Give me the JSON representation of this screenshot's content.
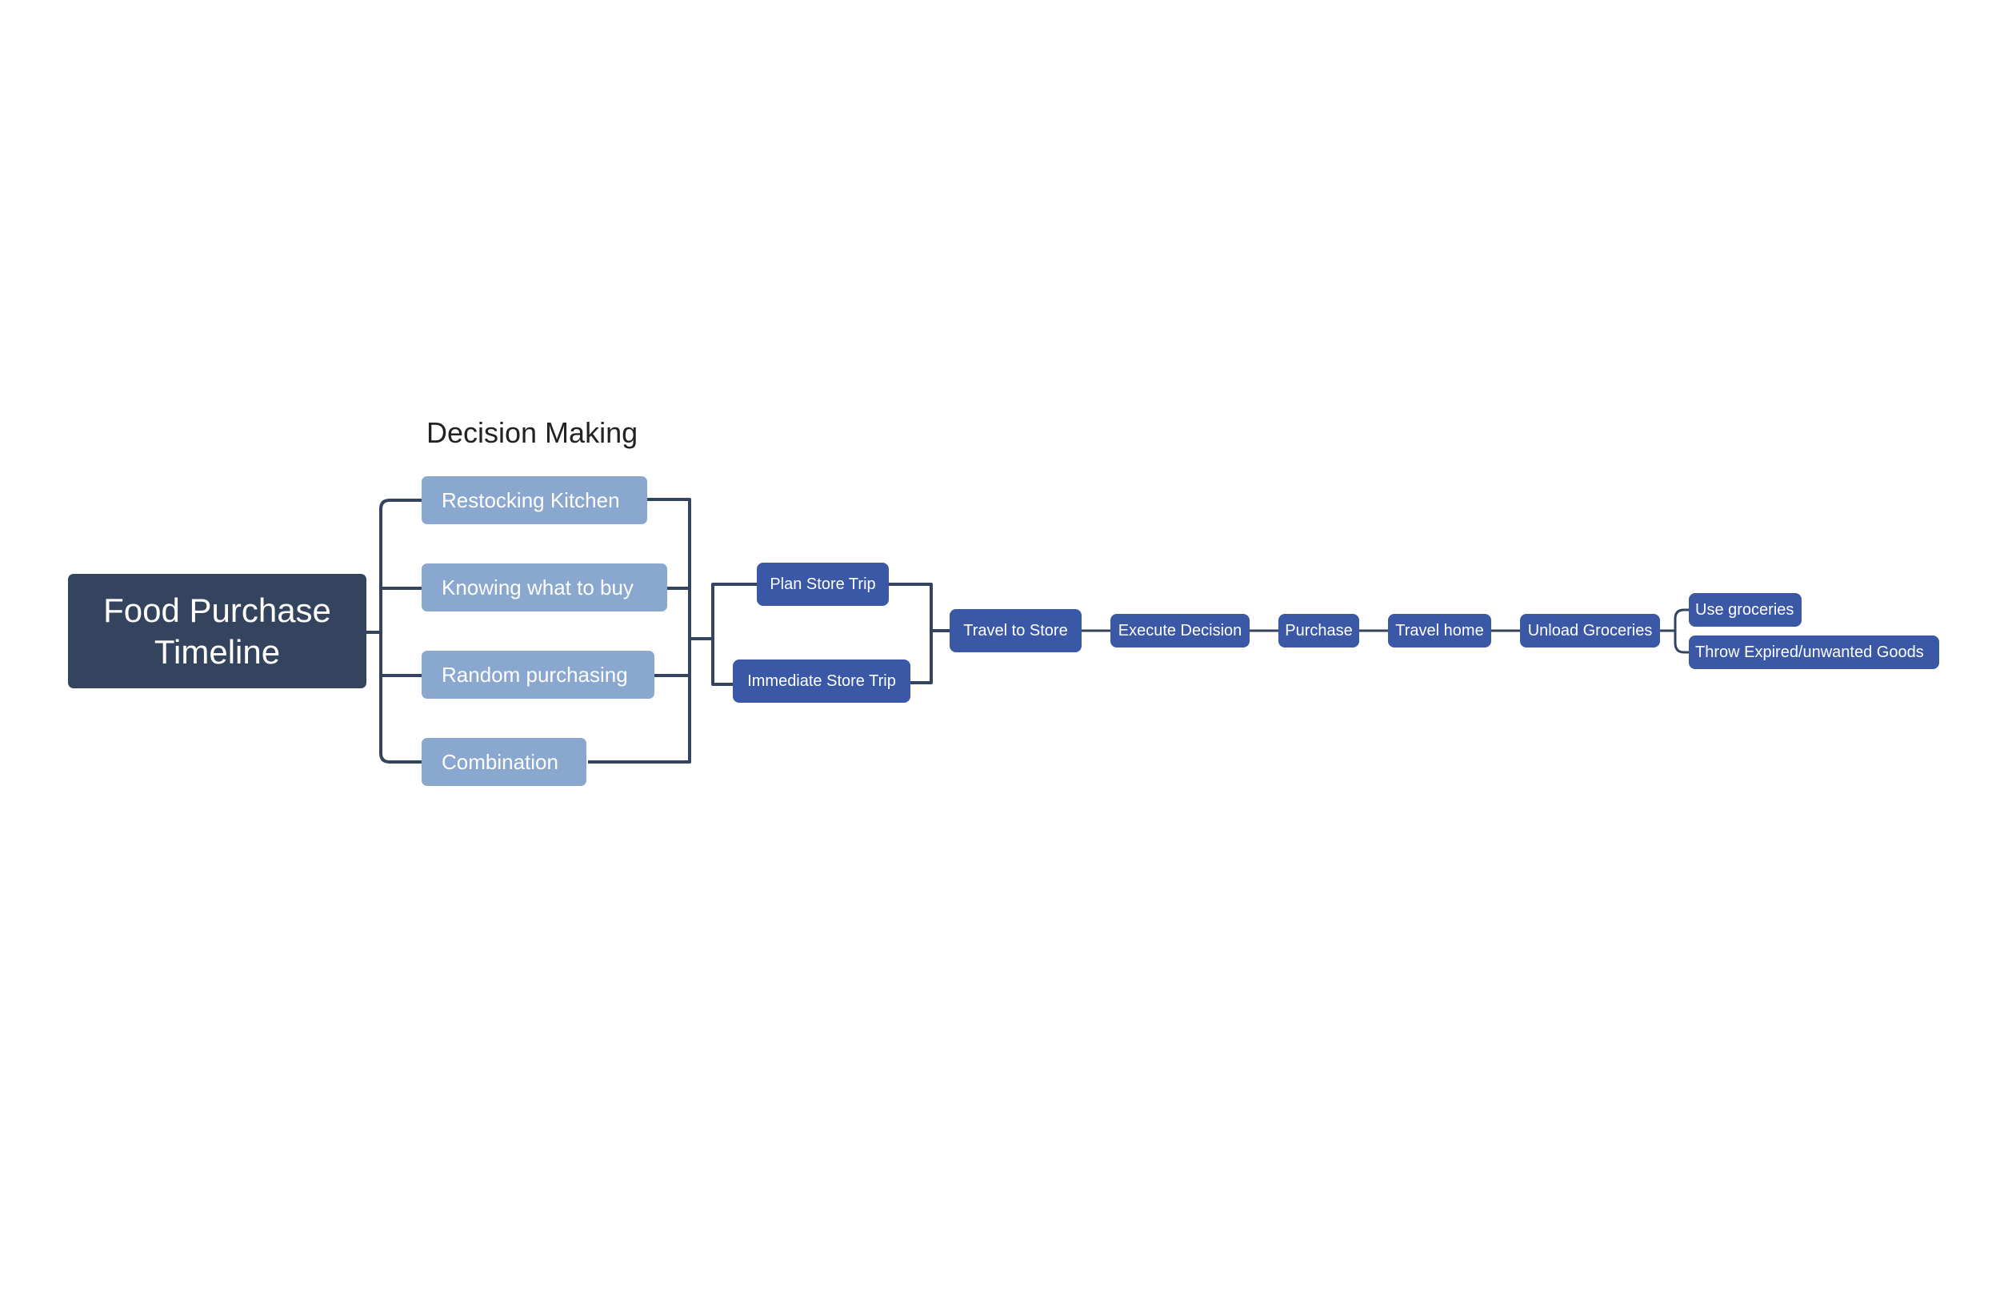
{
  "diagram": {
    "heading": "Decision Making",
    "root": "Food Purchase Timeline",
    "decisions": [
      "Restocking Kitchen",
      "Knowing what to buy",
      "Random purchasing",
      "Combination"
    ],
    "trip_options": [
      "Plan Store Trip",
      "Immediate Store Trip"
    ],
    "sequence": [
      "Travel to Store",
      "Execute Decision",
      "Purchase",
      "Travel home",
      "Unload Groceries"
    ],
    "outcomes": [
      "Use groceries",
      "Throw Expired/unwanted Goods"
    ],
    "colors": {
      "root": "#34445f",
      "decision": "#8aa7cf",
      "step": "#3a58a6",
      "connector": "#34445f"
    }
  }
}
